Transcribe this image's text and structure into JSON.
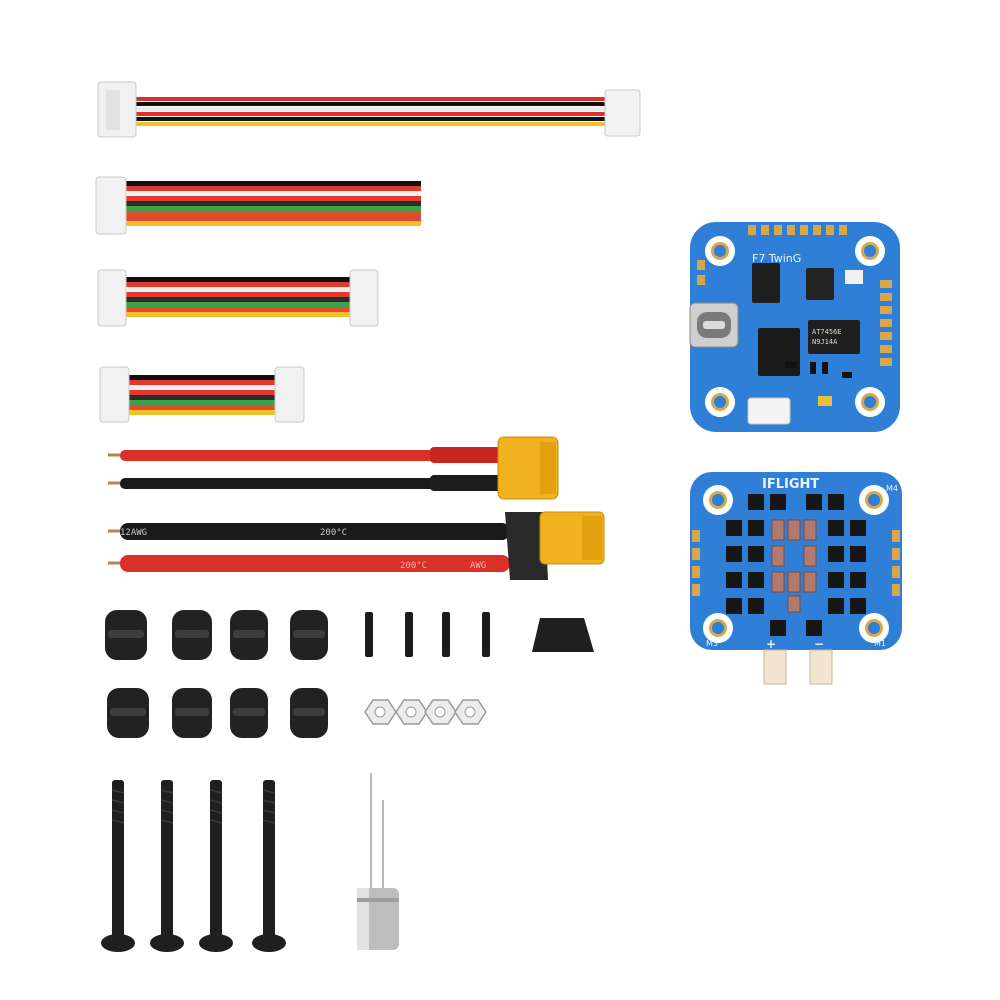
{
  "product": {
    "flight_controller": {
      "board_label": "F7 TwinG",
      "chip_label_line1": "AT7456E",
      "chip_label_line2": "N9J14A",
      "board_color": "#2f7fd6",
      "connector": "usb-c-port-icon"
    },
    "esc": {
      "brand_label": "IFLIGHT",
      "board_color": "#2f7fd6",
      "motor_pad_labels": [
        "M4",
        "M1",
        "M3"
      ],
      "power_pad_labels": [
        "+",
        "−"
      ]
    },
    "power_leads": {
      "awg_label": "12AWG",
      "temp_label": "200°C",
      "awg_label_2": "AWG",
      "temp_label_2": "200°C"
    }
  },
  "colors": {
    "wire_red": "#d9302a",
    "wire_black": "#1a1a1a",
    "xt_yellow": "#f0b21f",
    "rubber": "#222222",
    "pcb_blue": "#2f7fd6",
    "gold_pad": "#d8a64b"
  }
}
